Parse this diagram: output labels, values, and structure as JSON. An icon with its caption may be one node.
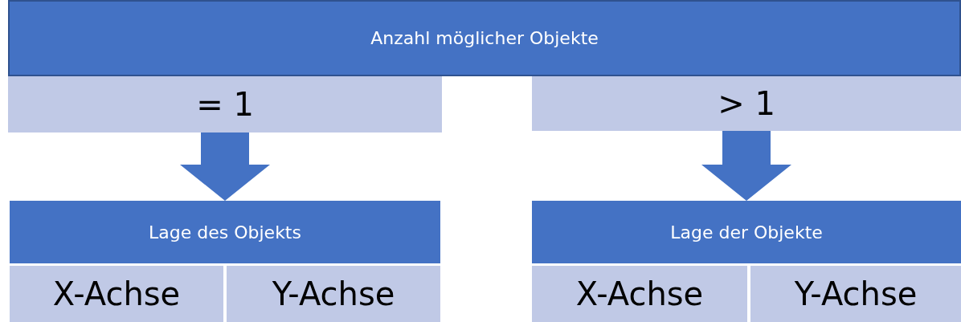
{
  "diagram": {
    "nodes": [
      {
        "text": [
          "Anzahl möglicher Objekte"
        ]
      },
      {
        "text": [
          "= 1"
        ]
      },
      {
        "text": [
          "> 1"
        ]
      },
      {
        "text": [
          "Lage des Objekts"
        ]
      },
      {
        "text": [
          "X-Achse"
        ]
      },
      {
        "text": [
          "Y-Achse"
        ]
      },
      {
        "text": [
          "Lage der Objekte"
        ]
      },
      {
        "text": [
          "X-Achse"
        ]
      },
      {
        "text": [
          "Y-Achse"
        ]
      }
    ],
    "edges": [
      {
        "from": 1,
        "to": 3,
        "arrow": "to",
        "style": "thick"
      },
      {
        "from": 2,
        "to": 6,
        "arrow": "to",
        "style": "thick"
      }
    ]
  }
}
